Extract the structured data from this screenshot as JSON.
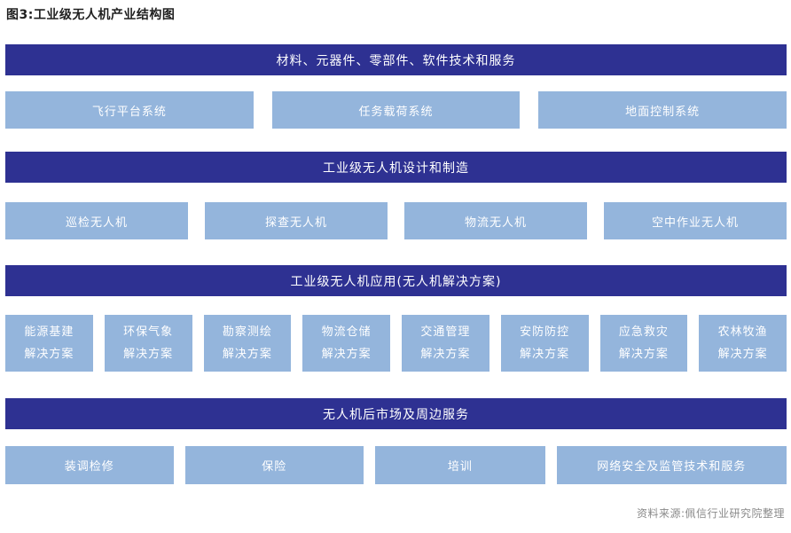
{
  "page": {
    "title": "图3:工业级无人机产业结构图",
    "source": "资料来源:佩信行业研究院整理"
  },
  "colors": {
    "dark_blue": "#2e3192",
    "light_blue": "#94b5dc",
    "bar_text": "#ffffff",
    "node_text": "#ffffff",
    "title_text": "#1f1f1f",
    "source_text": "#8a8a8a"
  },
  "diagram": {
    "sections": [
      {
        "header": "材料、元器件、零部件、软件技术和服务",
        "items": [
          "飞行平台系统",
          "任务载荷系统",
          "地面控制系统"
        ]
      },
      {
        "header": "工业级无人机设计和制造",
        "items": [
          "巡检无人机",
          "探查无人机",
          "物流无人机",
          "空中作业无人机"
        ]
      },
      {
        "header": "工业级无人机应用(无人机解决方案)",
        "items": [
          "能源基建\n解决方案",
          "环保气象\n解决方案",
          "勘察测绘\n解决方案",
          "物流仓储\n解决方案",
          "交通管理\n解决方案",
          "安防防控\n解决方案",
          "应急救灾\n解决方案",
          "农林牧渔\n解决方案"
        ]
      },
      {
        "header": "无人机后市场及周边服务",
        "items": [
          "装调检修",
          "保险",
          "培训",
          "网络安全及监管技术和服务"
        ]
      }
    ]
  }
}
